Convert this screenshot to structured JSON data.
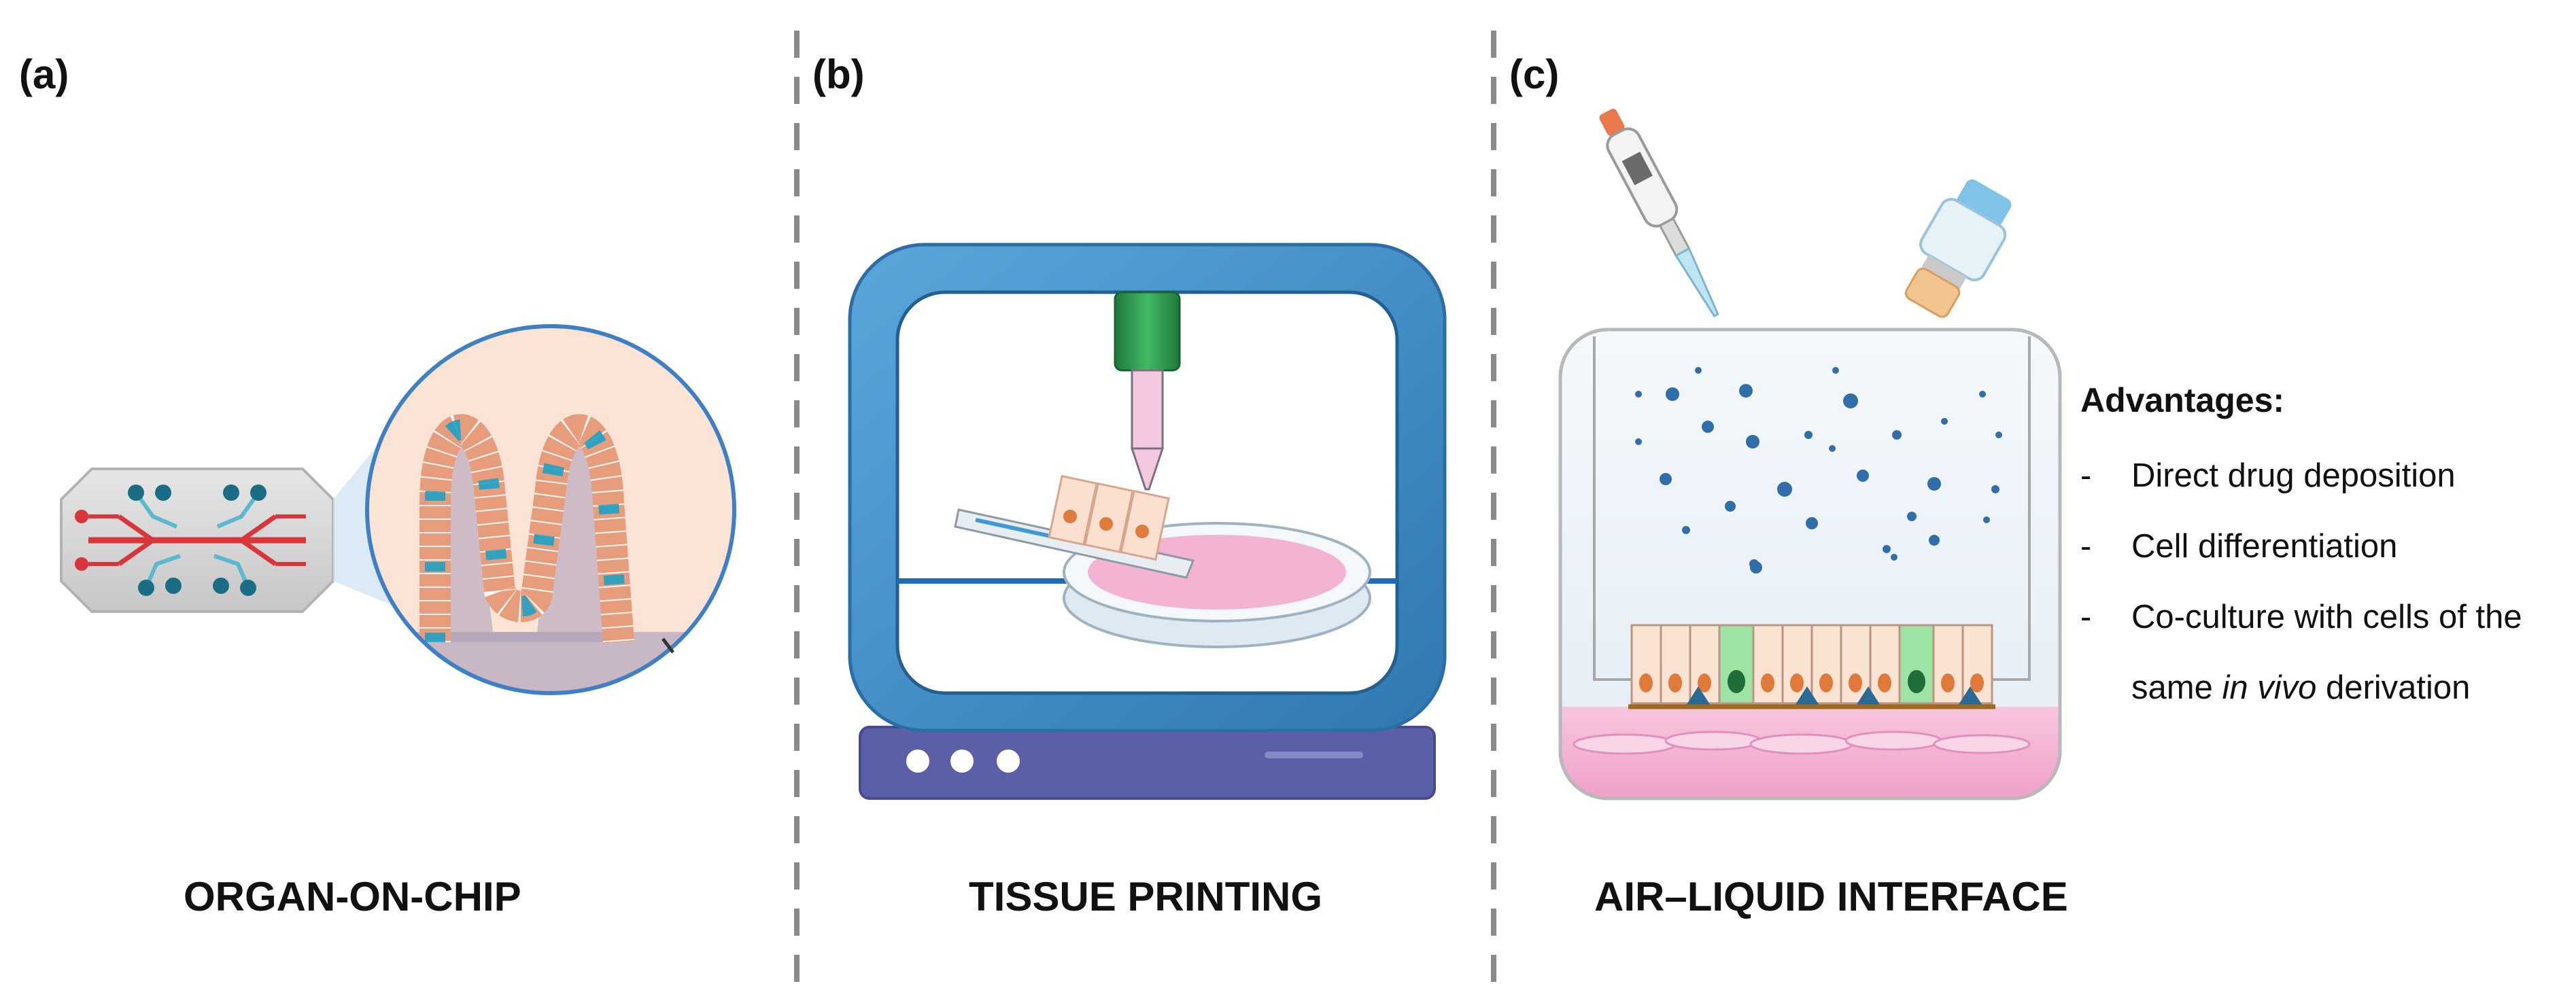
{
  "panels": [
    {
      "letter": "(a)",
      "title": "ORGAN-ON-CHIP"
    },
    {
      "letter": "(b)",
      "title": "TISSUE PRINTING"
    },
    {
      "letter": "(c)",
      "title": "AIR–LIQUID INTERFACE"
    }
  ],
  "advantages": {
    "title": "Advantages:",
    "dash": "-",
    "items": [
      "Direct drug deposition",
      "Cell differentiation",
      "Co-culture with cells of the"
    ],
    "continuation": {
      "before": "same ",
      "italic": "in vivo",
      "after": " derivation"
    }
  },
  "icons": [
    "organ-chip-icon",
    "villi-magnifier-icon",
    "bioprinter-icon",
    "pipette-icon",
    "drug-vial-icon",
    "cell-culture-insert-icon"
  ],
  "colors": {
    "divider": "#8a8a8a",
    "printer_frame": "#3f8ec6",
    "printer_base": "#5b5fa8",
    "nozzle": "#2e9a4f",
    "medium_pink": "#f3b3d2",
    "chip_channel": "#d9363b",
    "drug_particle": "#2f6ea8"
  }
}
